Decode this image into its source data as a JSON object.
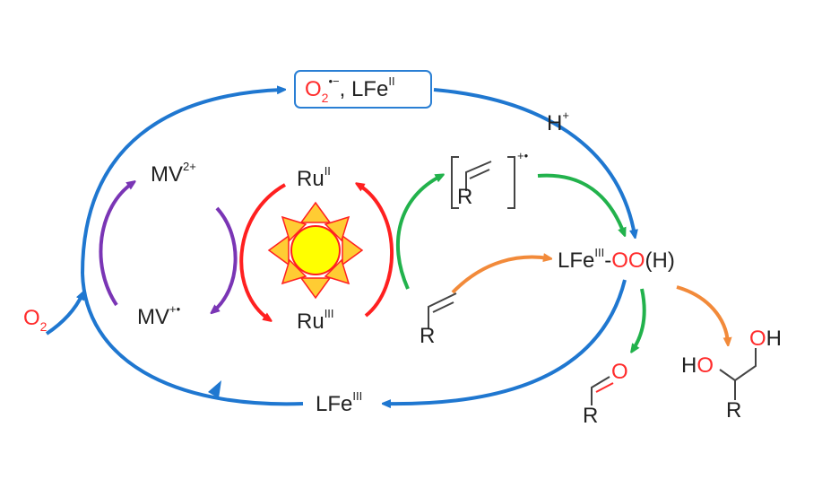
{
  "labels": {
    "o2_in": "O",
    "o2_in_sub": "2",
    "superoxide": "O",
    "superoxide_sub": "2",
    "superoxide_sup": "•−",
    "box_sep": ", LFe",
    "box_fe_ox": "II",
    "h_plus": "H",
    "h_plus_sup": "+",
    "mv_ox": "MV",
    "mv_ox_sup": "2+",
    "mv_red": "MV",
    "mv_red_sup": "+•",
    "ru2": "Ru",
    "ru2_sup": "II",
    "ru3": "Ru",
    "ru3_sup": "III",
    "radical_cation_sup": "+•",
    "r_group_cation": "R",
    "r_group_alkene": "R",
    "peroxo_fe": "LFe",
    "peroxo_fe_ox": "III",
    "peroxo_dash": "-",
    "peroxo_oo": "OO",
    "peroxo_h": "(H)",
    "fe3": "LFe",
    "fe3_ox": "III",
    "aldehyde_o": "O",
    "aldehyde_r": "R",
    "diol_oh1": "OH",
    "diol_ho": "HO",
    "diol_r": "R"
  },
  "colors": {
    "cycle_blue": "#1f77d0",
    "purple": "#7a35b5",
    "red": "#ff2020",
    "green": "#22b24c",
    "orange": "#f28a3a",
    "sun_fill": "#ffff00",
    "sun_ray": "#ffcc33",
    "text_red": "#ff2b2b"
  },
  "icons": [
    "sun-icon"
  ]
}
